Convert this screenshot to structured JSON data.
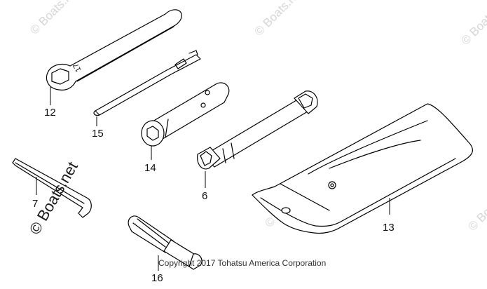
{
  "parts": [
    {
      "id": "wrench",
      "label": "12"
    },
    {
      "id": "screwdriver",
      "label": "15"
    },
    {
      "id": "box-spanner",
      "label": "14"
    },
    {
      "id": "socket-wrench",
      "label": "6"
    },
    {
      "id": "hex-key",
      "label": "7"
    },
    {
      "id": "tool-bag",
      "label": "13"
    },
    {
      "id": "screwdriver-handle",
      "label": "16"
    }
  ],
  "wrench_marking": "17",
  "watermarks": {
    "primary": "© Boats.net",
    "faint": "© Boats.net"
  },
  "copyright": "Copyright 2017 Tohatsu America Corporation",
  "colors": {
    "line": "#000000",
    "watermark_faint": "#d6d6d6",
    "background": "#ffffff"
  }
}
